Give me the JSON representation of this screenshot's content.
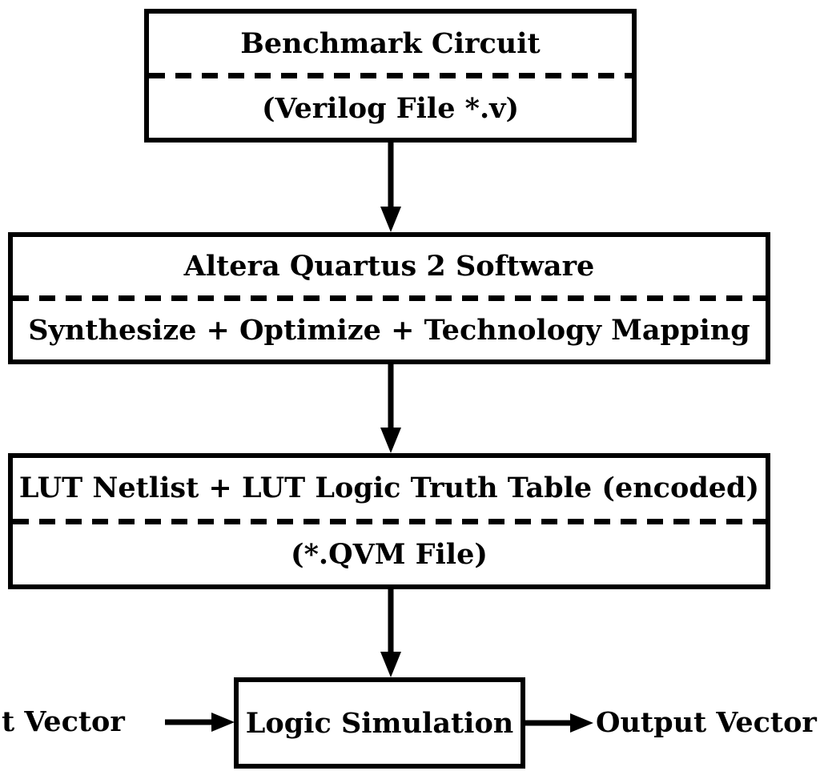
{
  "theme": {
    "ink": "#000000",
    "paper": "#ffffff"
  },
  "diagram": {
    "type": "flowchart",
    "boxes": {
      "benchmark": {
        "line1": "Benchmark Circuit",
        "line2": "(Verilog File *.v)"
      },
      "quartus": {
        "line1": "Altera Quartus 2 Software",
        "line2": "Synthesize + Optimize + Technology Mapping"
      },
      "lut_netlist": {
        "line1": "LUT Netlist + LUT Logic Truth Table (encoded)",
        "line2": "(*.QVM File)"
      },
      "simulation": {
        "label": "Logic Simulation"
      }
    },
    "edge_labels": {
      "input": "t Vector",
      "output": "Output Vector"
    }
  }
}
